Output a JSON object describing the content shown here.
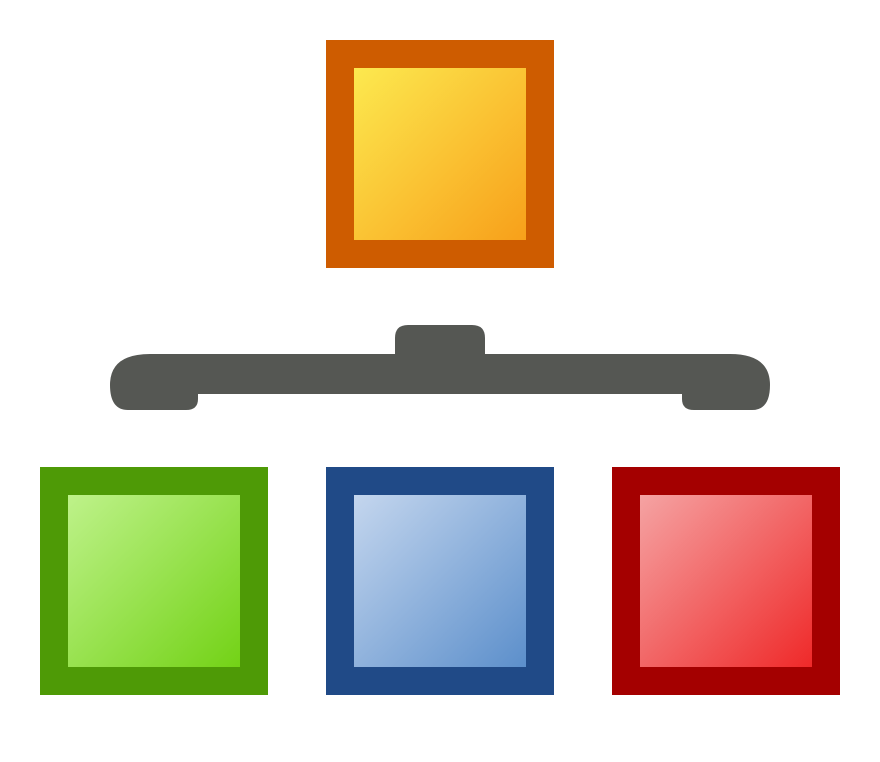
{
  "diagram": {
    "kind": "hierarchy",
    "nodes": [
      {
        "id": "parent",
        "role": "parent",
        "border_color": "#CE5C00",
        "fill_light": "#FCE94F",
        "fill_dark": "#F8A01A"
      },
      {
        "id": "child-green",
        "role": "child",
        "border_color": "#4E9A06",
        "fill_light": "#BEF28A",
        "fill_dark": "#73D216"
      },
      {
        "id": "child-blue",
        "role": "child",
        "border_color": "#204A87",
        "fill_light": "#C4D6EE",
        "fill_dark": "#5C8FCB"
      },
      {
        "id": "child-red",
        "role": "child",
        "border_color": "#A40000",
        "fill_light": "#F5A3A3",
        "fill_dark": "#EF2929"
      }
    ],
    "connector": {
      "color": "#555753"
    }
  }
}
